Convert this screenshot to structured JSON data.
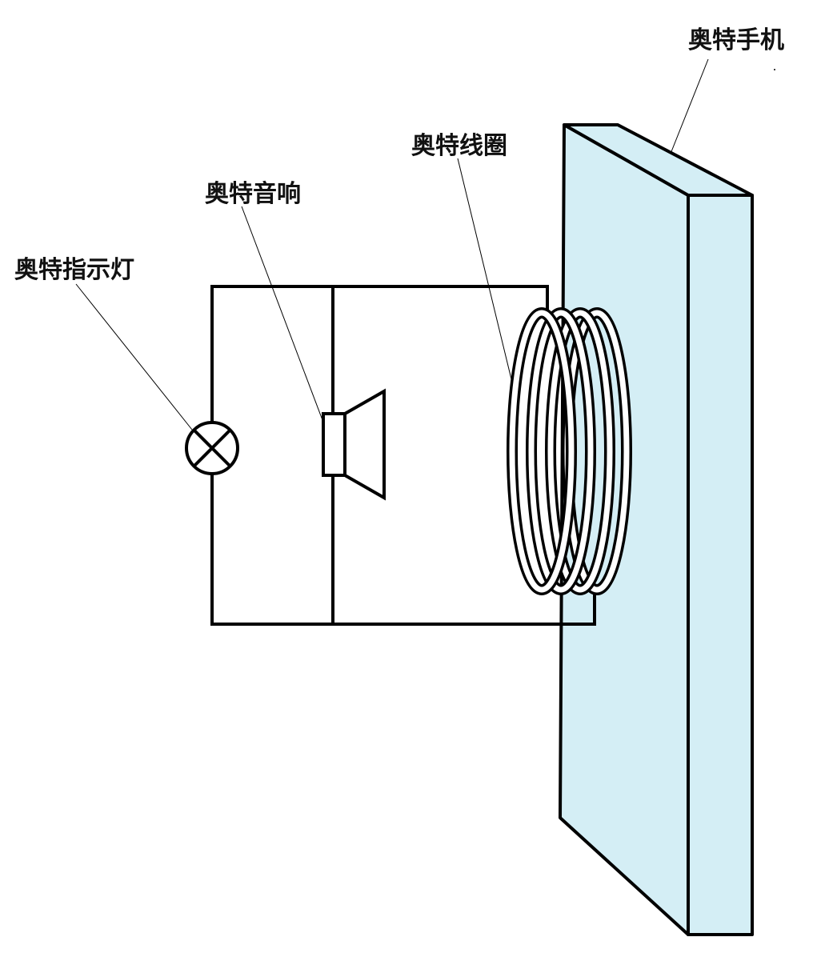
{
  "labels": {
    "phone": "奥特手机",
    "coil": "奥特线圈",
    "speaker": "奥特音响",
    "indicator_light": "奥特指示灯"
  },
  "colors": {
    "phone_fill": "#d4eef5",
    "stroke": "#000000",
    "background": "#ffffff"
  }
}
